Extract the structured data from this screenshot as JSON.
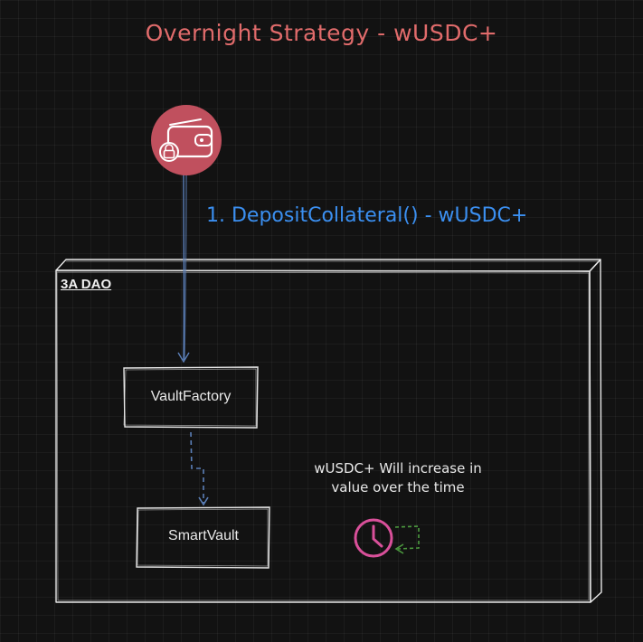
{
  "title": "Overnight Strategy - wUSDC+",
  "edge_label": "1. DepositCollateral() - wUSDC+",
  "container": {
    "label": "3A DAO"
  },
  "nodes": {
    "vault_factory": "VaultFactory",
    "smart_vault": "SmartVault"
  },
  "note": {
    "line1": "wUSDC+ Will increase in",
    "line2": "value over the time"
  },
  "icons": {
    "wallet": "wallet-lock-icon",
    "clock": "clock-icon"
  },
  "colors": {
    "title": "#e06b6b",
    "edge_label": "#3b8ff0",
    "wallet_bg": "#c0505e",
    "arrow": "#5b7fb8",
    "clock": "#d9509a",
    "loop_arrow": "#4c9a3f"
  }
}
